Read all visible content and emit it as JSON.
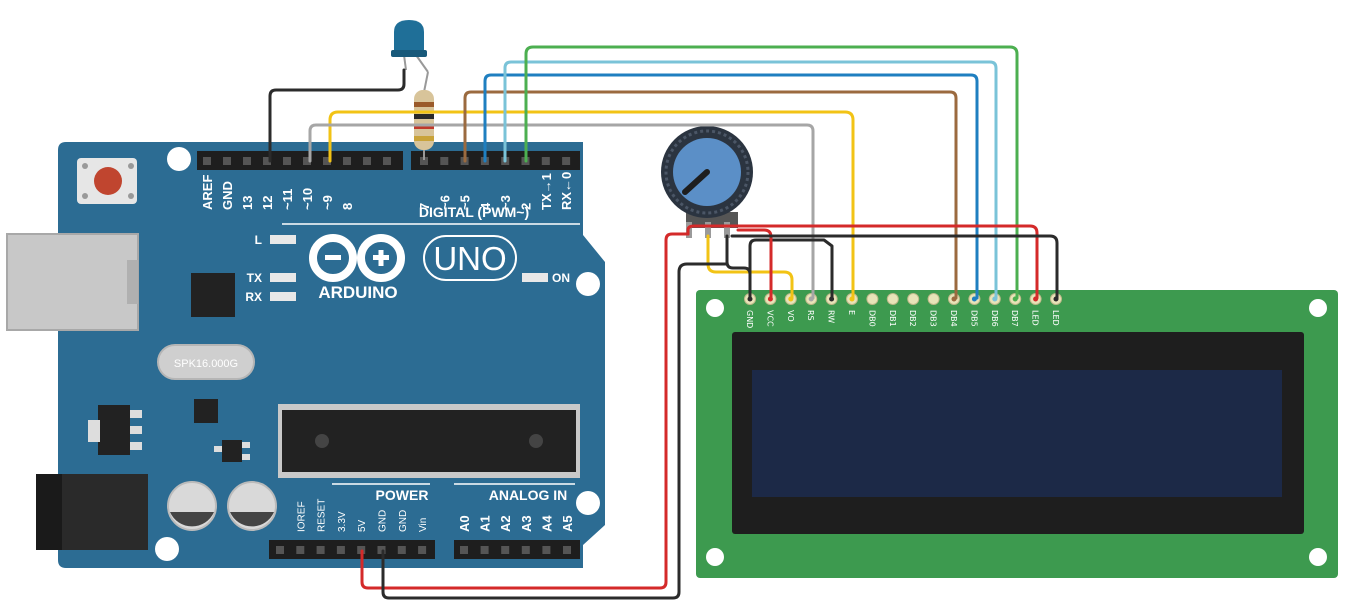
{
  "arduino": {
    "brand": "ARDUINO",
    "model": "UNO",
    "crystal": "SPK16.000G",
    "section_digital": "DIGITAL (PWM~)",
    "section_power": "POWER",
    "section_analog": "ANALOG IN",
    "led_l": "L",
    "led_tx": "TX",
    "led_rx": "RX",
    "led_on": "ON",
    "digital_pins": [
      "AREF",
      "GND",
      "13",
      "12",
      "~11",
      "~10",
      "~9",
      "8",
      "7",
      "~6",
      "~5",
      "4",
      "~3",
      "2",
      "TX→1",
      "RX←0"
    ],
    "power_pins": [
      "IOREF",
      "RESET",
      "3.3V",
      "5V",
      "GND",
      "GND",
      "Vin"
    ],
    "analog_pins": [
      "A0",
      "A1",
      "A2",
      "A3",
      "A4",
      "A5"
    ]
  },
  "lcd": {
    "pins": [
      "GND",
      "VCC",
      "VO",
      "RS",
      "RW",
      "E",
      "DB0",
      "DB1",
      "DB2",
      "DB3",
      "DB4",
      "DB5",
      "DB6",
      "DB7",
      "LED",
      "LED"
    ]
  },
  "colors": {
    "board": "#2c6c93",
    "lcd_pcb": "#3d9a4f",
    "lcd_screen": "#1c2947",
    "wire_red": "#d42a2a",
    "wire_black": "#2b2b2b",
    "wire_yellow": "#f2c315",
    "wire_gray": "#a6a6a6",
    "wire_brown": "#9b6a3f",
    "wire_blue": "#1f7fc0",
    "wire_lightblue": "#7ac3d8",
    "wire_green": "#4caf50"
  }
}
